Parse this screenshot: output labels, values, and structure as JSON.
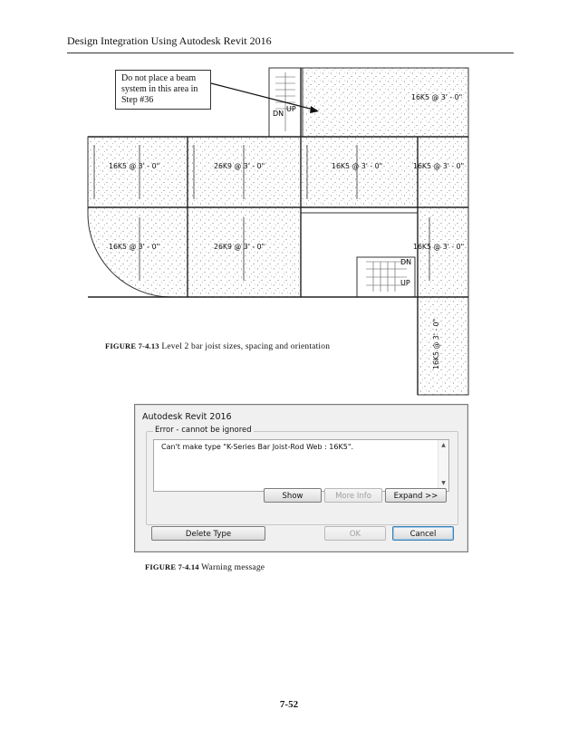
{
  "header": {
    "title": "Design Integration Using Autodesk Revit 2016"
  },
  "callout": {
    "lines": [
      "Do not place a beam",
      "system in this area in",
      "Step #36"
    ]
  },
  "plan": {
    "labels": {
      "r1c5": "16K5 @ 3' - 0\"",
      "r2c1": "16K5 @ 3' - 0\"",
      "r2c2": "26K9 @ 3' - 0\"",
      "r2c3": "16K5 @ 3' - 0\"",
      "r2c4": "16K5 @ 3' - 0\"",
      "r3c1": "16K5 @ 3' - 0\"",
      "r3c2": "26K9 @ 3' - 0\"",
      "r3c4": "16K5 @ 3' - 0\"",
      "vert": "16K5 @ 3' - 0\""
    },
    "stair1": {
      "dn": "DN",
      "up": "UP"
    },
    "stair2": {
      "dn": "DN",
      "up": "UP"
    }
  },
  "figure1": {
    "label": "FIGURE 7-4.13",
    "caption": "Level 2 bar joist sizes, spacing and orientation"
  },
  "dialog": {
    "title": "Autodesk Revit 2016",
    "group_title": "Error - cannot be ignored",
    "message": "Can't make type \"K-Series Bar Joist-Rod Web : 16K5\".",
    "buttons": {
      "show": "Show",
      "more_info": "More Info",
      "expand": "Expand >>",
      "delete_type": "Delete Type",
      "ok": "OK",
      "cancel": "Cancel"
    }
  },
  "figure2": {
    "label": "FIGURE 7-4.14",
    "caption": "Warning message"
  },
  "page": {
    "number": "7-52"
  }
}
